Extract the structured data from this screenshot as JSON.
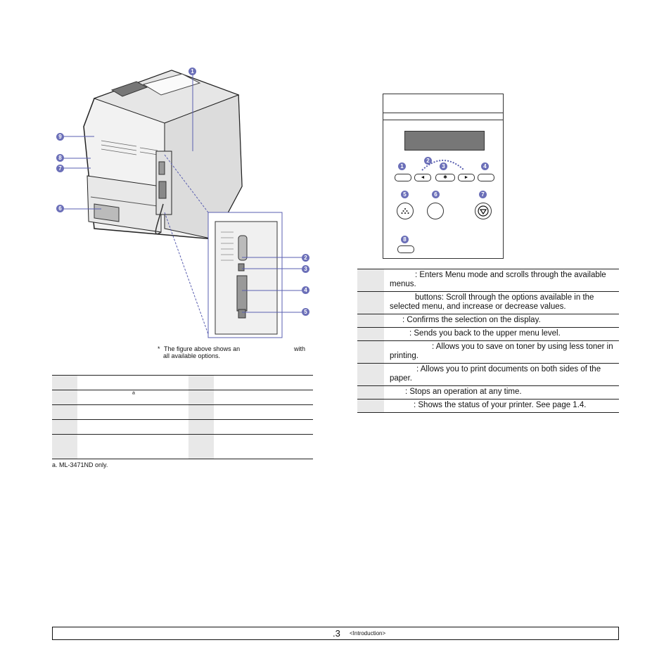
{
  "figure": {
    "callouts": [
      "1",
      "2",
      "3",
      "4",
      "5",
      "6",
      "7",
      "8",
      "9"
    ],
    "note_asterisk": "*",
    "note_line1": "The figure above shows an",
    "note_with": "with",
    "note_line2": "all available options."
  },
  "parts_table": {
    "rows": [
      {
        "left_label": "",
        "right_label": "",
        "marker": ""
      },
      {
        "left_label": "",
        "right_label": "",
        "marker": "a"
      },
      {
        "left_label": "",
        "right_label": "",
        "marker": ""
      },
      {
        "left_label": "",
        "right_label": "",
        "marker": ""
      },
      {
        "left_label": "",
        "right_label": "",
        "marker": ""
      }
    ],
    "footnote": "a. ML-3471ND only."
  },
  "control_panel": {
    "callouts": [
      "1",
      "2",
      "3",
      "4",
      "5",
      "6",
      "7",
      "8"
    ],
    "left_arrow": "◄",
    "ok_symbol": "✱",
    "right_arrow": "►"
  },
  "keys_table": {
    "rows": [
      {
        "text": ": Enters Menu mode and scrolls through the available menus."
      },
      {
        "text": "buttons: Scroll through the options available in the selected menu, and increase or decrease values."
      },
      {
        "text": ": Confirms the selection on the display."
      },
      {
        "text": ": Sends you back to the upper menu level."
      },
      {
        "text": ": Allows you to save on toner by using less toner in printing."
      },
      {
        "text": ": Allows you to print documents on both sides of the paper."
      },
      {
        "text": ": Stops an operation at any time."
      },
      {
        "text": ": Shows the status of your printer. See page 1.4."
      }
    ]
  },
  "footer": {
    "page_number": ".3",
    "section": "<Introduction>"
  }
}
